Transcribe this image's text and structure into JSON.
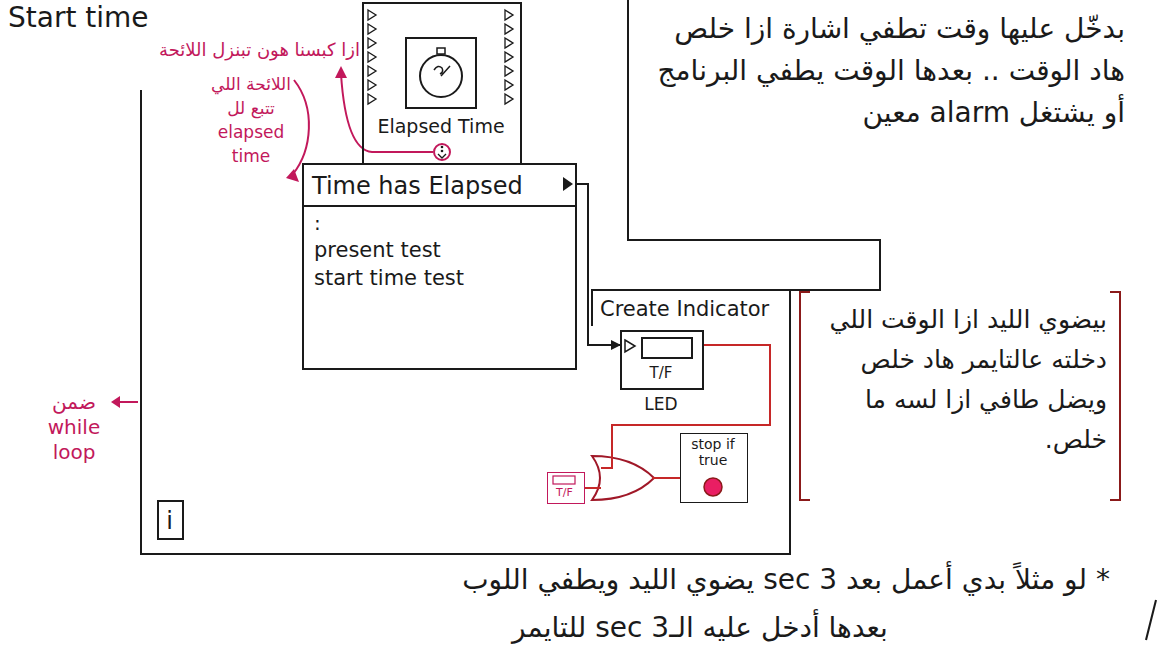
{
  "diagram": {
    "nodes": [
      {
        "text": [
          "Elapsed Time"
        ]
      },
      {
        "text": [
          "ضمن while loop"
        ]
      },
      {
        "text": [
          "Time has Elapsed",
          ":",
          "present test",
          "start time test"
        ],
        "in": 1
      },
      {
        "text": [
          "T/F",
          "LED"
        ],
        "in": 1
      },
      {
        "text": [
          "T/F"
        ],
        "in": 1
      },
      {
        "text": [
          "stop if true"
        ],
        "in": 1
      },
      {
        "text": [
          "i"
        ],
        "in": 1
      }
    ],
    "edges": [
      {
        "from": 2,
        "to": 3,
        "arrow": "to"
      },
      {
        "from": 3,
        "to": 5,
        "arrow": "none"
      },
      {
        "from": 4,
        "to": 5,
        "arrow": "none"
      }
    ],
    "labels": [
      "Start time",
      "ازا كبسنا هون تبنزل اللائحة",
      "اللائحة اللي تتبع لل elapsed time",
      "Create Indicator",
      "بدخّل عليها وقت تطفي اشارة ازا خلص هاد الوقت .. بعدها الوقت يطفي البرنامج أو يشتغل alarm معين",
      "بيضوي الليد ازا الوقت اللي دخلته عالتايمر هاد خلص ويضل طافي ازا لسه ما خلص.",
      "* لو مثلاً بدي أعمل بعد 3 sec يضوي الليد ويطفي اللوب",
      "بعدها أدخل عليه الـ3 sec للتايمر"
    ]
  }
}
